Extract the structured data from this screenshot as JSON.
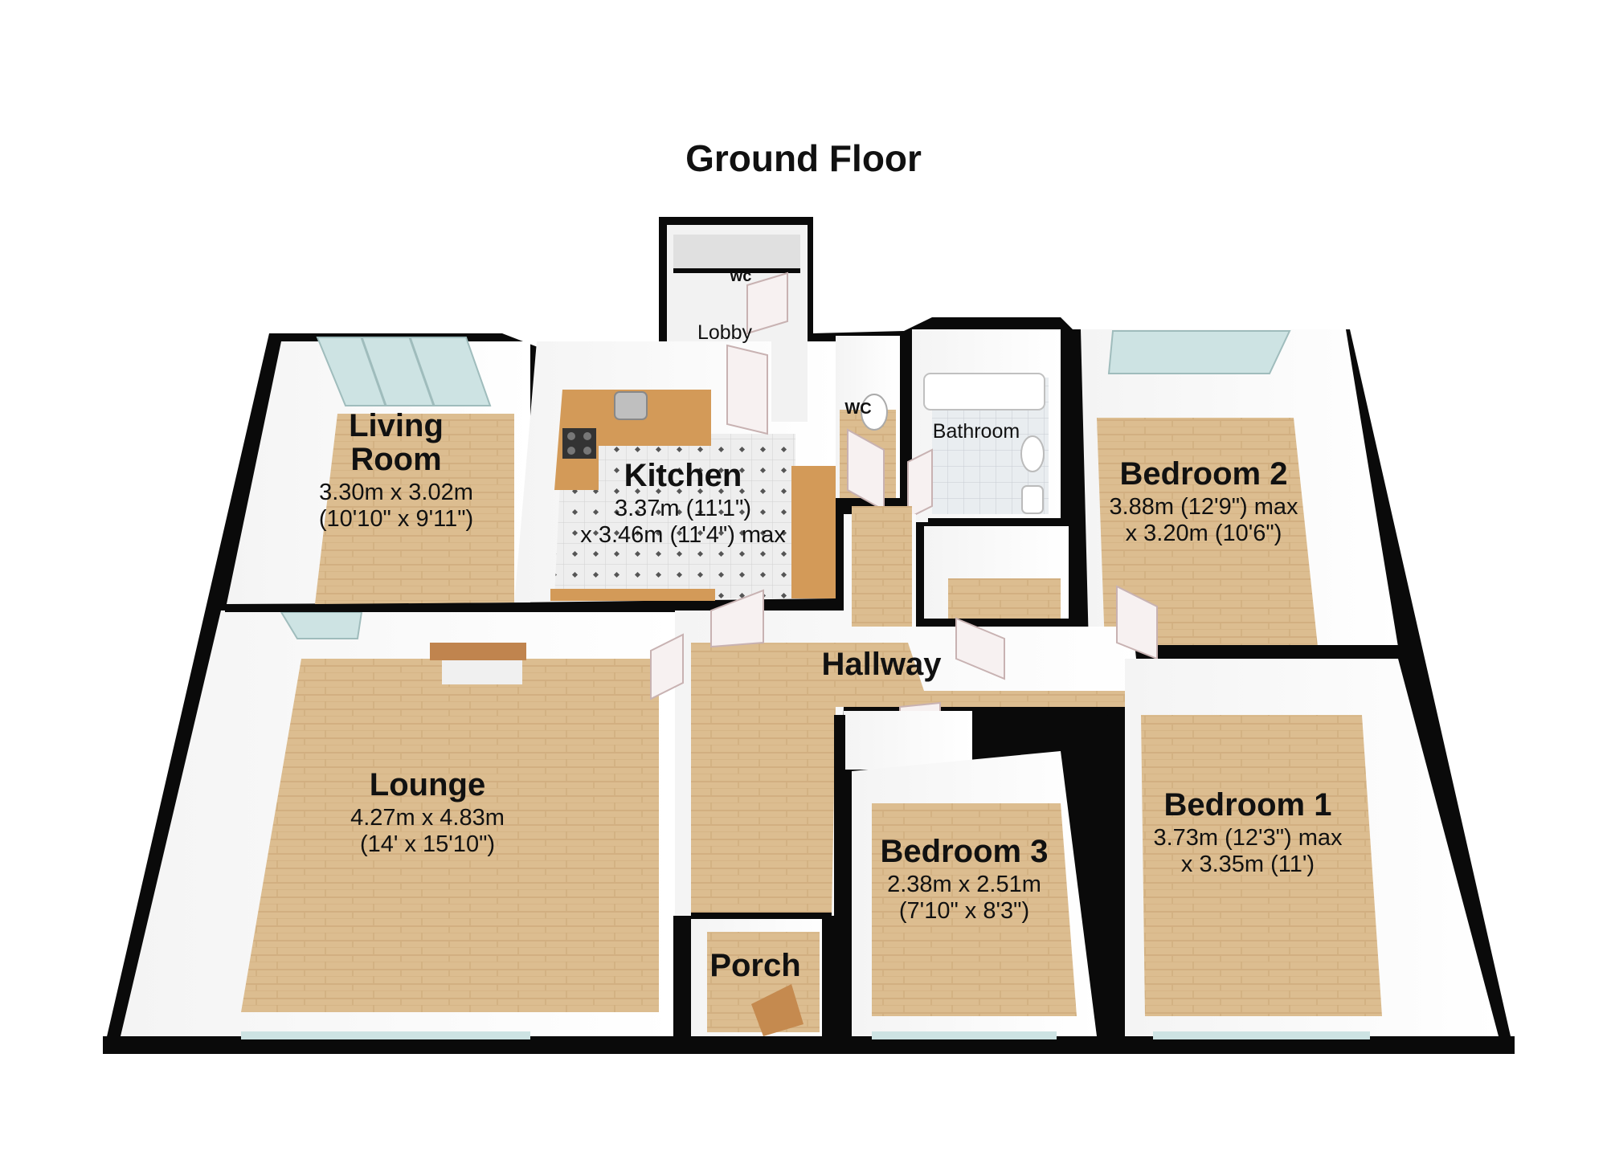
{
  "title": "Ground Floor",
  "rooms": {
    "living_room": {
      "name_line1": "Living",
      "name_line2": "Room",
      "dim1": "3.30m x 3.02m",
      "dim2": "(10'10\" x 9'11\")"
    },
    "kitchen": {
      "name": "Kitchen",
      "dim1": "3.37m (11'1\")",
      "dim2": "x 3.46m (11'4\") max"
    },
    "lounge": {
      "name": "Lounge",
      "dim1": "4.27m x 4.83m",
      "dim2": "(14' x 15'10\")"
    },
    "bedroom2": {
      "name": "Bedroom 2",
      "dim1": "3.88m (12'9\") max",
      "dim2": "x 3.20m (10'6\")"
    },
    "bedroom1": {
      "name": "Bedroom 1",
      "dim1": "3.73m (12'3\") max",
      "dim2": "x 3.35m (11')"
    },
    "bedroom3": {
      "name": "Bedroom 3",
      "dim1": "2.38m x 2.51m",
      "dim2": "(7'10\" x 8'3\")"
    },
    "hallway": {
      "name": "Hallway"
    },
    "porch": {
      "name": "Porch"
    },
    "bathroom": {
      "name": "Bathroom"
    },
    "lobby": {
      "name": "Lobby"
    },
    "wc_upper": {
      "name": "wc"
    },
    "wc_lower": {
      "name": "WC"
    }
  },
  "colors": {
    "wall": "#0a0a0a",
    "floor_wood": "#d9b98c",
    "floor_tile": "#e8e8e8",
    "worktop": "#d39a58",
    "window": "#cfe6e6"
  }
}
